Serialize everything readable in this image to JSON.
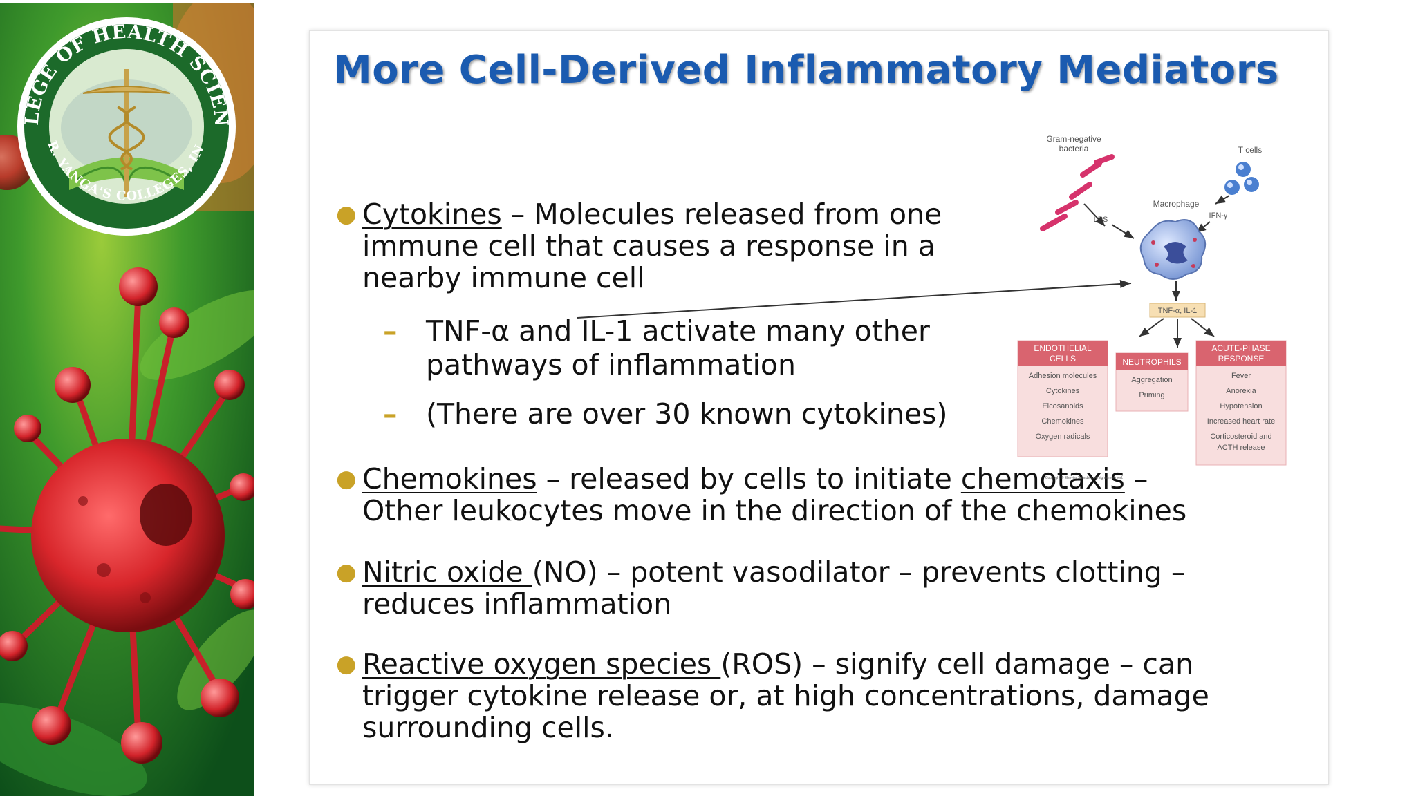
{
  "logo": {
    "arc_top": "COLLEGE OF HEALTH SCIENCES",
    "arc_bottom": "DR. YANGA'S COLLEGES, INC."
  },
  "slide": {
    "title": "More Cell-Derived Inflammatory Mediators",
    "cytokines": {
      "term": "Cytokines",
      "line1_rest": " – Molecules released from one",
      "line2": "immune cell that causes a response in a",
      "line3": "nearby immune cell",
      "sub1_line1": "TNF-α and IL-1 activate many other",
      "sub1_line2": "pathways of inflammation",
      "sub2": "(There are over 30 known cytokines)"
    },
    "chemokines": {
      "term": "Chemokines",
      "mid": " – released by cells to initiate ",
      "term2": "chemotaxis",
      "end": " –",
      "line2": "Other leukocytes move in the direction of the chemokines"
    },
    "nitric_oxide": {
      "term": "Nitric oxide ",
      "line1_rest": "(NO) – potent vasodilator – prevents clotting –",
      "line2": "reduces inflammation"
    },
    "ros": {
      "term": "Reactive oxygen species ",
      "line1_rest": "(ROS) – signify cell damage – can",
      "line2": "trigger cytokine release or, at high concentrations, damage",
      "line3": "surrounding cells."
    }
  },
  "diagram": {
    "gram_neg_line1": "Gram-negative",
    "gram_neg_line2": "bacteria",
    "t_cells": "T cells",
    "macrophage": "Macrophage",
    "lps": "LPS",
    "ifn": "IFN-γ",
    "tnf_box": "TNF-α, IL-1",
    "endothelial": {
      "header1": "ENDOTHELIAL",
      "header2": "CELLS",
      "items": [
        "Adhesion molecules",
        "Cytokines",
        "Eicosanoids",
        "Chemokines",
        "Oxygen radicals"
      ]
    },
    "neutrophils": {
      "header": "NEUTROPHILS",
      "items": [
        "Aggregation",
        "Priming"
      ]
    },
    "acute": {
      "header1": "ACUTE-PHASE",
      "header2": "RESPONSE",
      "items": [
        "Fever",
        "Anorexia",
        "Hypotension",
        "Increased heart rate",
        "Corticosteroid and",
        "ACTH release"
      ]
    },
    "copyright": "Copyright © Elsevier Saunders. All rights reserved."
  },
  "colors": {
    "title_blue": "#1b5bb0",
    "bullet_gold": "#c9a227",
    "diagram_red": "#d9646f"
  }
}
